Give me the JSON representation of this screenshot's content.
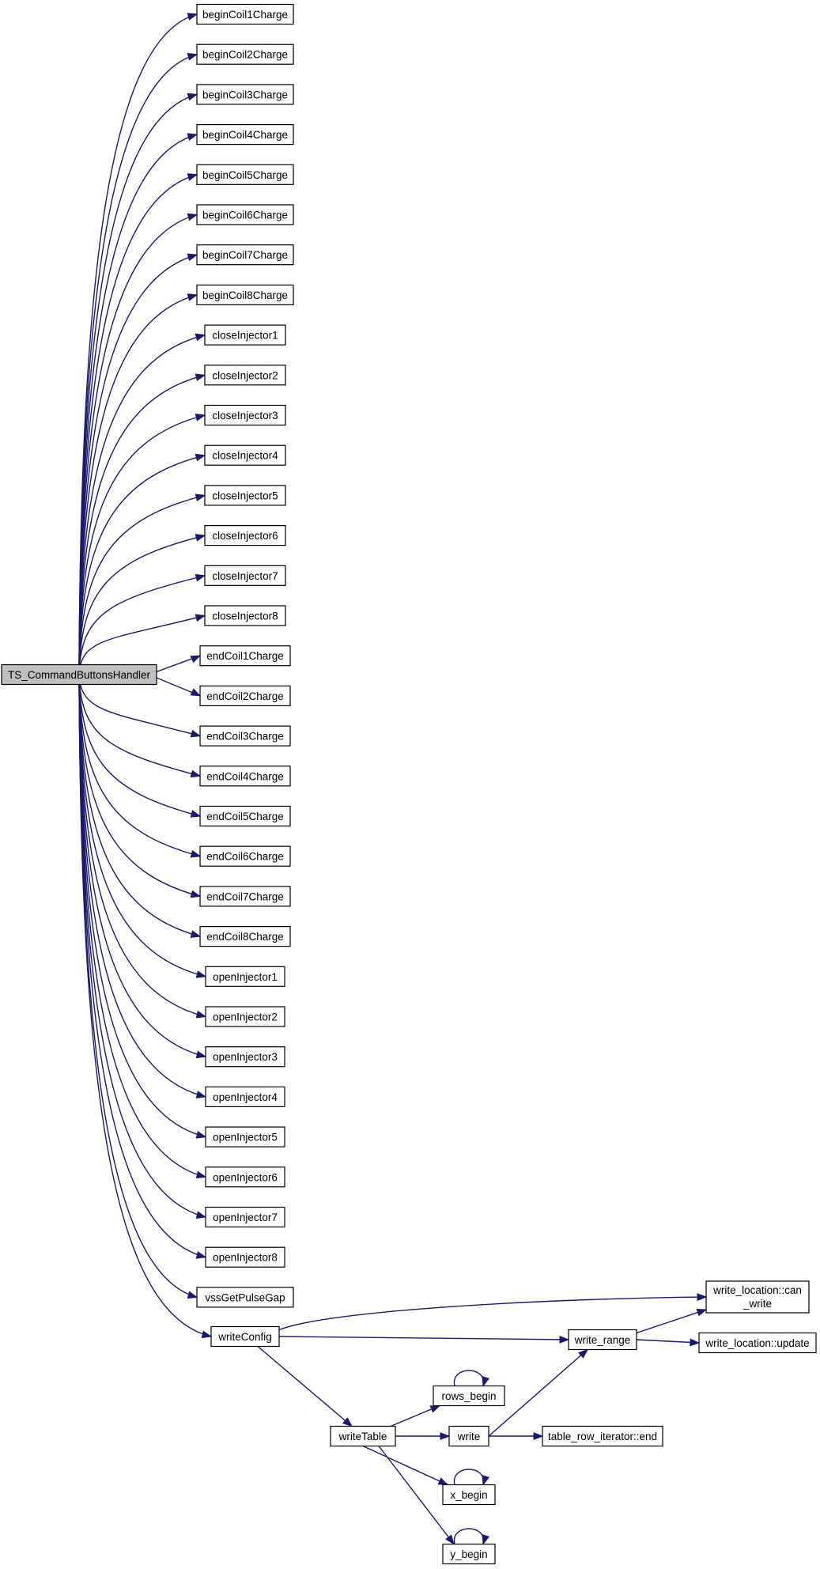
{
  "colors": {
    "edge": "#191970",
    "root_fill": "#bfbfbf",
    "node_fill": "#ffffff",
    "node_stroke": "#000000"
  },
  "diagram": {
    "root": "TS_CommandButtonsHandler",
    "nodes": [
      "beginCoil1Charge",
      "beginCoil2Charge",
      "beginCoil3Charge",
      "beginCoil4Charge",
      "beginCoil5Charge",
      "beginCoil6Charge",
      "beginCoil7Charge",
      "beginCoil8Charge",
      "closeInjector1",
      "closeInjector2",
      "closeInjector3",
      "closeInjector4",
      "closeInjector5",
      "closeInjector6",
      "closeInjector7",
      "closeInjector8",
      "endCoil1Charge",
      "endCoil2Charge",
      "endCoil3Charge",
      "endCoil4Charge",
      "endCoil5Charge",
      "endCoil6Charge",
      "endCoil7Charge",
      "endCoil8Charge",
      "openInjector1",
      "openInjector2",
      "openInjector3",
      "openInjector4",
      "openInjector5",
      "openInjector6",
      "openInjector7",
      "openInjector8",
      "vssGetPulseGap",
      "writeConfig",
      "write_location::can_write",
      "write_range",
      "write_location::update",
      "writeTable",
      "rows_begin",
      "write",
      "table_row_iterator::end",
      "x_begin",
      "y_begin"
    ],
    "can_write_lines": [
      "write_location::can",
      "_write"
    ],
    "edges": [
      [
        "TS_CommandButtonsHandler",
        "beginCoil1Charge"
      ],
      [
        "TS_CommandButtonsHandler",
        "beginCoil2Charge"
      ],
      [
        "TS_CommandButtonsHandler",
        "beginCoil3Charge"
      ],
      [
        "TS_CommandButtonsHandler",
        "beginCoil4Charge"
      ],
      [
        "TS_CommandButtonsHandler",
        "beginCoil5Charge"
      ],
      [
        "TS_CommandButtonsHandler",
        "beginCoil6Charge"
      ],
      [
        "TS_CommandButtonsHandler",
        "beginCoil7Charge"
      ],
      [
        "TS_CommandButtonsHandler",
        "beginCoil8Charge"
      ],
      [
        "TS_CommandButtonsHandler",
        "closeInjector1"
      ],
      [
        "TS_CommandButtonsHandler",
        "closeInjector2"
      ],
      [
        "TS_CommandButtonsHandler",
        "closeInjector3"
      ],
      [
        "TS_CommandButtonsHandler",
        "closeInjector4"
      ],
      [
        "TS_CommandButtonsHandler",
        "closeInjector5"
      ],
      [
        "TS_CommandButtonsHandler",
        "closeInjector6"
      ],
      [
        "TS_CommandButtonsHandler",
        "closeInjector7"
      ],
      [
        "TS_CommandButtonsHandler",
        "closeInjector8"
      ],
      [
        "TS_CommandButtonsHandler",
        "endCoil1Charge"
      ],
      [
        "TS_CommandButtonsHandler",
        "endCoil2Charge"
      ],
      [
        "TS_CommandButtonsHandler",
        "endCoil3Charge"
      ],
      [
        "TS_CommandButtonsHandler",
        "endCoil4Charge"
      ],
      [
        "TS_CommandButtonsHandler",
        "endCoil5Charge"
      ],
      [
        "TS_CommandButtonsHandler",
        "endCoil6Charge"
      ],
      [
        "TS_CommandButtonsHandler",
        "endCoil7Charge"
      ],
      [
        "TS_CommandButtonsHandler",
        "endCoil8Charge"
      ],
      [
        "TS_CommandButtonsHandler",
        "openInjector1"
      ],
      [
        "TS_CommandButtonsHandler",
        "openInjector2"
      ],
      [
        "TS_CommandButtonsHandler",
        "openInjector3"
      ],
      [
        "TS_CommandButtonsHandler",
        "openInjector4"
      ],
      [
        "TS_CommandButtonsHandler",
        "openInjector5"
      ],
      [
        "TS_CommandButtonsHandler",
        "openInjector6"
      ],
      [
        "TS_CommandButtonsHandler",
        "openInjector7"
      ],
      [
        "TS_CommandButtonsHandler",
        "openInjector8"
      ],
      [
        "TS_CommandButtonsHandler",
        "vssGetPulseGap"
      ],
      [
        "TS_CommandButtonsHandler",
        "writeConfig"
      ],
      [
        "writeConfig",
        "write_location::can_write"
      ],
      [
        "writeConfig",
        "write_range"
      ],
      [
        "write_range",
        "write_location::can_write"
      ],
      [
        "write_range",
        "write_location::update"
      ],
      [
        "writeConfig",
        "writeTable"
      ],
      [
        "writeTable",
        "rows_begin"
      ],
      [
        "rows_begin",
        "rows_begin"
      ],
      [
        "writeTable",
        "write"
      ],
      [
        "write",
        "write_range"
      ],
      [
        "write",
        "table_row_iterator::end"
      ],
      [
        "writeTable",
        "x_begin"
      ],
      [
        "x_begin",
        "x_begin"
      ],
      [
        "writeTable",
        "y_begin"
      ],
      [
        "y_begin",
        "y_begin"
      ]
    ]
  }
}
